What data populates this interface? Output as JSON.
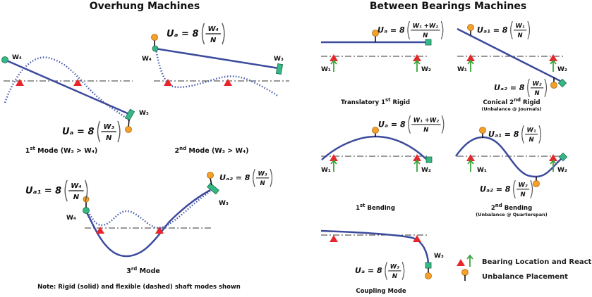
{
  "headings": {
    "overhung": "Overhung Machines",
    "between": "Between Bearings Machines"
  },
  "weights": {
    "w1": "W₁",
    "w2": "W₂",
    "w3": "W₃",
    "w4": "W₄"
  },
  "modes": {
    "first": {
      "num": "1",
      "sup": "st",
      "rest": " Mode (W₃ > W₄)"
    },
    "second": {
      "num": "2",
      "sup": "nd",
      "rest": " Mode (W₃ > W₄)"
    },
    "third": {
      "num": "3",
      "sup": "rd",
      "rest": " Mode"
    },
    "note": "Note: Rigid (solid) and flexible (dashed) shaft modes shown",
    "translatory": {
      "pre": "Translatory 1",
      "sup": "st",
      "rest": " Rigid"
    },
    "conical": {
      "pre": "Conical 2",
      "sup": "nd",
      "rest": " Rigid",
      "sub": "(Unbalance @ Journals)"
    },
    "bend1": {
      "pre": "1",
      "sup": "st",
      "rest": " Bending"
    },
    "bend2": {
      "pre": "2",
      "sup": "nd",
      "rest": " Bending",
      "sub": "(Unbalance @ Quarterspan)"
    },
    "coupling": "Coupling Mode"
  },
  "formulas": [
    {
      "lhs": "Uₐ = 8",
      "num": "W₃",
      "den": "N"
    },
    {
      "lhs": "Uₐ = 8",
      "num": "W₄",
      "den": "N"
    },
    {
      "lhs": "Uₐ₁ = 8",
      "num": "W₄",
      "den": "N"
    },
    {
      "lhs": "Uₐ₂ = 8",
      "num": "W₃",
      "den": "N"
    },
    {
      "lhs": "Uₐ = 8",
      "num": "W₁ +W₂",
      "den": "N"
    },
    {
      "lhs": "Uₐ₁ = 8",
      "num": "W₁",
      "den": "N"
    },
    {
      "lhs": "Uₐ₂ = 8",
      "num": "W₂",
      "den": "N"
    },
    {
      "lhs": "Uₐ = 8",
      "num": "W₁ +W₂",
      "den": "N"
    },
    {
      "lhs": "Uₐ₁ = 8",
      "num": "W₁",
      "den": "N"
    },
    {
      "lhs": "Uₐ₂ = 8",
      "num": "W₂",
      "den": "N"
    },
    {
      "lhs": "Uₐ = 8",
      "num": "W₃",
      "den": "N"
    }
  ],
  "legend": {
    "bearing": "Bearing Location and Reaction",
    "unbalance": "Unbalance Placement"
  },
  "colors": {
    "shaft": "#3b4a9c",
    "bearing": "#e8262a",
    "reaction": "#3aa33a",
    "unbalance": "#f5a02a",
    "disk": "#35b884"
  }
}
